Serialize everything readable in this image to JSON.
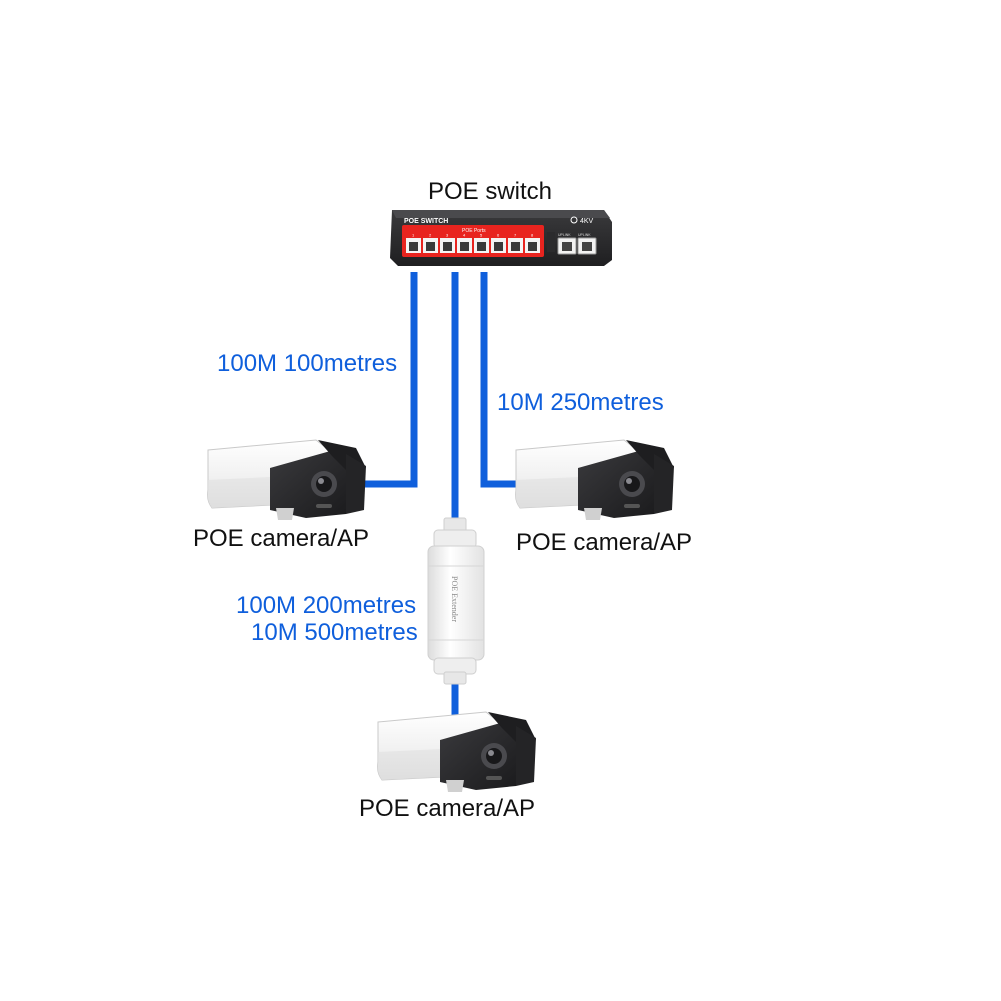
{
  "switch": {
    "label": "POE switch",
    "brand_text": "POE SWITCH",
    "ports_text": "POE Ports",
    "badge_text": "4KV",
    "port_numbers": [
      "1",
      "2",
      "3",
      "4",
      "5",
      "6",
      "7",
      "8"
    ],
    "uplink_labels": [
      "UPLINK",
      "UPLINK"
    ]
  },
  "cables": {
    "left": "100M 100metres",
    "right": "10M 250metres",
    "extender_line1": "100M 200metres",
    "extender_line2": "10M 500metres",
    "color": "#0f5fdc"
  },
  "extender": {
    "text": "POE Extender"
  },
  "cameras": {
    "left": "POE camera/AP",
    "right": "POE camera/AP",
    "bottom": "POE camera/AP"
  },
  "colors": {
    "cable": "#0f5fdc",
    "switch_body": "#2b2b2d",
    "switch_panel": "#e8241f",
    "camera_body": "#f4f4f4",
    "camera_dark": "#2a2a2c"
  }
}
